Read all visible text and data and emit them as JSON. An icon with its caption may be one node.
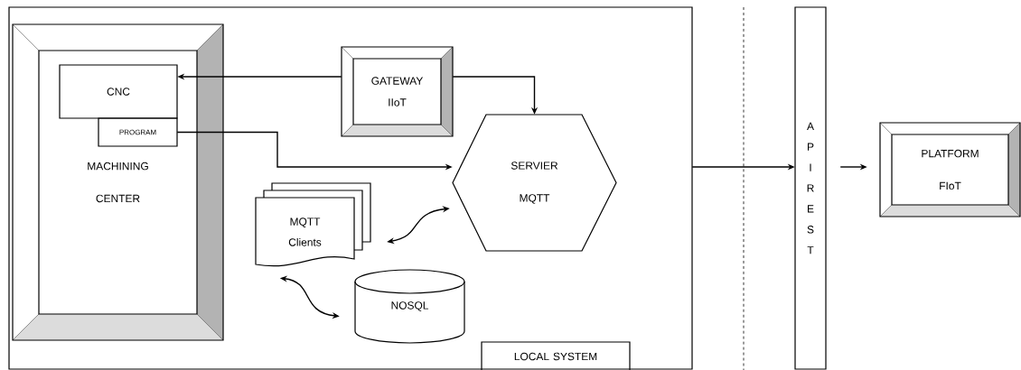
{
  "diagram": {
    "nodes": [
      {
        "text": [],
        "shape": "box"
      },
      {
        "text": [
          "LOCAL SYSTEM"
        ],
        "in": 0
      },
      {
        "text": [
          "MACHINING CENTER"
        ],
        "in": 0
      },
      {
        "text": [
          "CNC"
        ],
        "in": 2
      },
      {
        "text": [
          "PROGRAM"
        ],
        "in": 2
      },
      {
        "text": [
          "GATEWAY IIoT"
        ],
        "in": 0
      },
      {
        "text": [
          "SERVIER MQTT"
        ],
        "in": 0
      },
      {
        "text": [
          "MQTT Clients"
        ],
        "in": 0
      },
      {
        "text": [
          "NOSQL"
        ],
        "in": 0
      },
      {
        "text": [
          "API REST"
        ]
      },
      {
        "text": [
          "PLATFORM FIoT"
        ]
      }
    ],
    "edges": [
      {
        "from": 5,
        "to": 3,
        "arrow": "to"
      },
      {
        "from": 5,
        "to": 6,
        "arrow": "to"
      },
      {
        "from": 4,
        "to": 6,
        "arrow": "to"
      },
      {
        "from": 7,
        "to": 6,
        "arrow": "both"
      },
      {
        "from": 7,
        "to": 8,
        "arrow": "both"
      },
      {
        "from": 0,
        "to": 9,
        "arrow": "to"
      },
      {
        "from": 9,
        "to": 10,
        "arrow": "to"
      }
    ]
  }
}
